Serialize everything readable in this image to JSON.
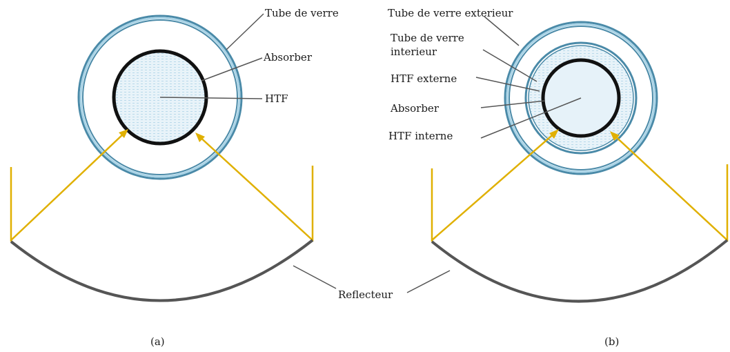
{
  "diagram_a": {
    "labels": {
      "glass_tube": "Tube de verre",
      "absorber": "Absorber",
      "htf": "HTF"
    },
    "caption": "(a)"
  },
  "diagram_b": {
    "labels": {
      "outer_glass": "Tube de verre exterieur",
      "inner_glass_line1": "Tube de verre",
      "inner_glass_line2": "interieur",
      "htf_external": "HTF externe",
      "absorber": "Absorber",
      "htf_internal": "HTF interne"
    },
    "caption": "(b)"
  },
  "reflector_label": "Reflecteur",
  "colors": {
    "glass": "#4a8aa8",
    "glass_light": "#a9d3e6",
    "absorber": "#111111",
    "fluid": "#e4f1f8",
    "rays": "#e0b000",
    "reflector": "#555555",
    "leader": "#555555"
  }
}
